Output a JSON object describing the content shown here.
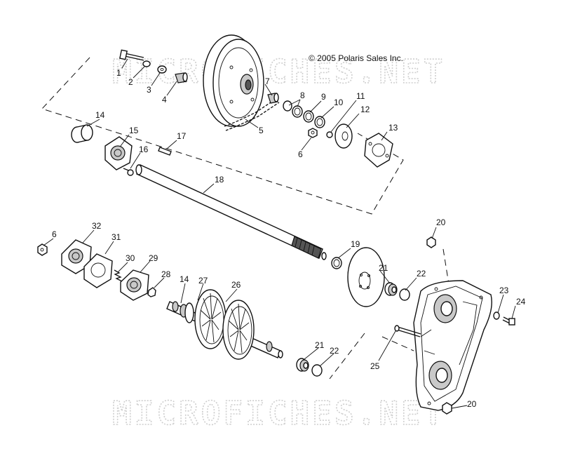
{
  "copyright": "© 2005 Polaris Sales Inc.",
  "watermark": "MICROFICHES.NET",
  "callouts": [
    "1",
    "2",
    "3",
    "4",
    "5",
    "6",
    "7",
    "8",
    "9",
    "10",
    "11",
    "12",
    "13",
    "14",
    "15",
    "16",
    "17",
    "18",
    "19",
    "20",
    "21",
    "22",
    "23",
    "24",
    "25",
    "26",
    "27",
    "28",
    "29",
    "30",
    "31",
    "32"
  ]
}
